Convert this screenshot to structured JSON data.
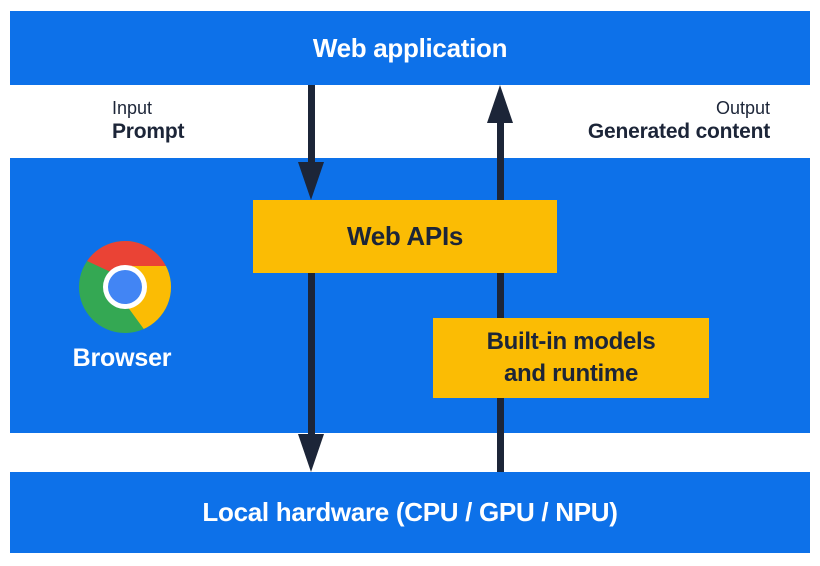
{
  "colors": {
    "background": "#ffffff",
    "blue": "#0d71e9",
    "yellow": "#fbbc04",
    "navy": "#1c2538",
    "white_text": "#ffffff",
    "chrome_red": "#ea4335",
    "chrome_yellow": "#fbbc04",
    "chrome_green": "#34a853",
    "chrome_blue": "#4285f4"
  },
  "diagram": {
    "web_application": {
      "label": "Web application"
    },
    "flow_labels": {
      "input_title": "Input",
      "input_value": "Prompt",
      "output_title": "Output",
      "output_value": "Generated content"
    },
    "browser": {
      "label": "Browser"
    },
    "web_apis": {
      "label": "Web APIs"
    },
    "builtin_models": {
      "line1": "Built-in models",
      "line2": "and runtime"
    },
    "local_hardware": {
      "label": "Local hardware (CPU / GPU / NPU)"
    },
    "arrows": {
      "input_flow_direction": "down",
      "output_flow_direction": "up"
    }
  }
}
